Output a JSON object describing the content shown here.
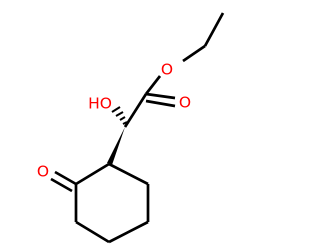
{
  "molecule": {
    "atoms": {
      "ester_oxygen": {
        "label": "O",
        "color": "#ff0000"
      },
      "carbonyl_oxygen": {
        "label": "O",
        "color": "#ff0000"
      },
      "hydroxyl_group": {
        "label": "HO",
        "color": "#ff0000"
      },
      "ketone_oxygen": {
        "label": "O",
        "color": "#ff0000"
      }
    },
    "bond_color": "#000000",
    "background_color": "#ffffff"
  }
}
